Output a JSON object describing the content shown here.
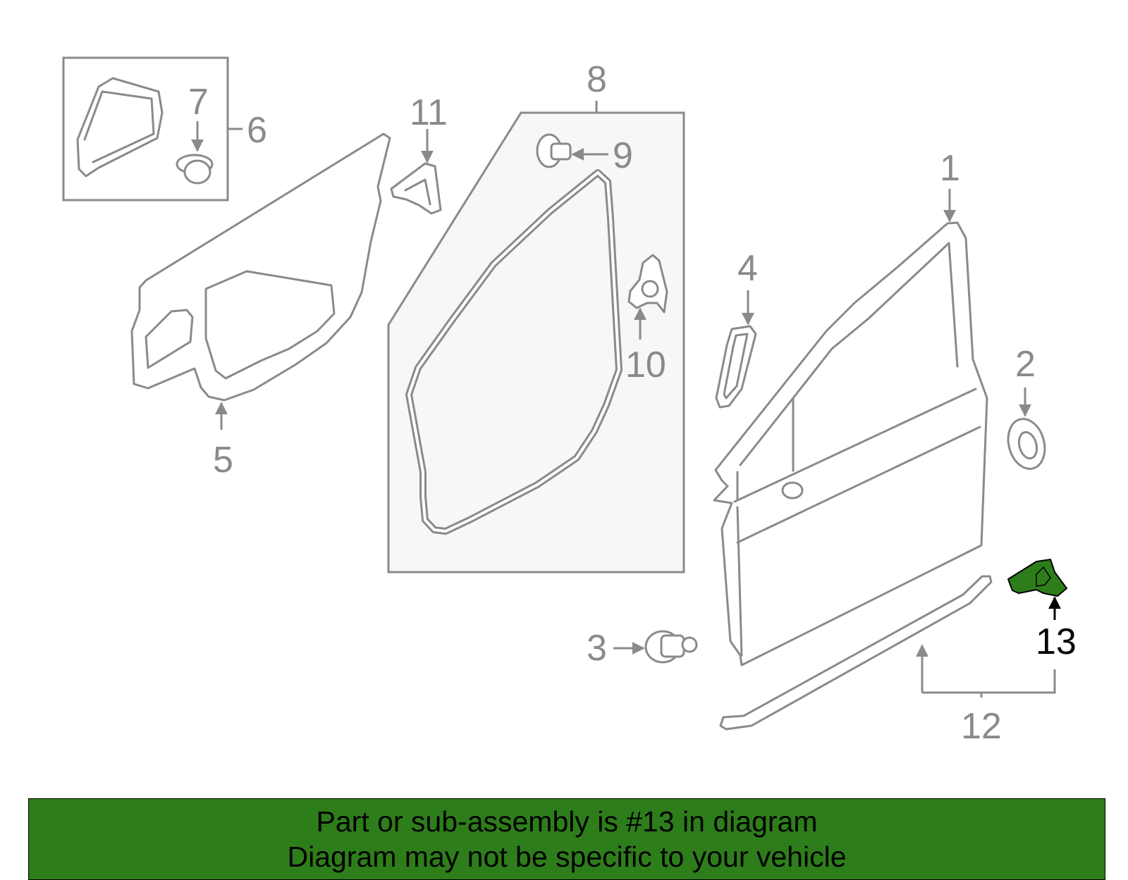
{
  "colors": {
    "line": "#8a8a8a",
    "highlight_fill": "#2e7d1b",
    "banner_bg": "#2e7d1b",
    "text_highlight": "#000000"
  },
  "callouts": {
    "c1": "1",
    "c2": "2",
    "c3": "3",
    "c4": "4",
    "c5": "5",
    "c6": "6",
    "c7": "7",
    "c8": "8",
    "c9": "9",
    "c10": "10",
    "c11": "11",
    "c12": "12",
    "c13": "13"
  },
  "highlighted_part": "13",
  "banner": {
    "line1": "Part or sub-assembly is #13 in diagram",
    "line2": "Diagram may not be specific to your vehicle"
  }
}
